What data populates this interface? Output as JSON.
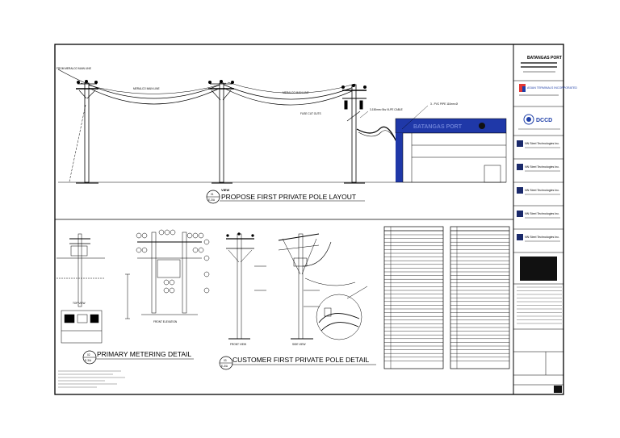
{
  "drawing": {
    "view_top_prefix": "VIEW",
    "view_top_title": "PROPOSE FIRST PRIVATE POLE LAYOUT",
    "view_top_num": "01",
    "view_top_ref": "E-3/A",
    "view_left_title": "PRIMARY METERING DETAIL",
    "view_left_num": "02",
    "view_left_ref": "E-3/A",
    "view_mid_title": "CUSTOMER FIRST PRIVATE POLE DETAIL",
    "view_mid_num": "03",
    "view_mid_ref": "E-3/A",
    "callout_from_main": "FROM MERALCO MAIN LINE",
    "callout_main_line_1": "MERALCO MAIN LINE",
    "callout_main_line_2": "MERALCO MAIN LINE",
    "callout_fuse": "FUSE CUT OUTS",
    "callout_cable": "3-150mm² 5kv XLPE CABLE",
    "callout_pvc": "3 - PVC PIPE 110mm Ø",
    "building_sign": "BATANGAS PORT",
    "front_elevation": "FRONT ELEVATION",
    "side_view": "SIDE VIEW",
    "top_view": "TOP VIEW",
    "front_view": "FRONT VIEW"
  },
  "title_block": {
    "project": "BATANGAS PORT",
    "owner_name": "ASIAN TERMINALS INCORPORATED",
    "consultant": "DCCD",
    "contractors": [
      "NN Steel Technologies Inc.",
      "NN Steel Technologies Inc.",
      "NN Steel Technologies Inc.",
      "NN Steel Technologies Inc.",
      "NN Steel Technologies Inc."
    ]
  }
}
